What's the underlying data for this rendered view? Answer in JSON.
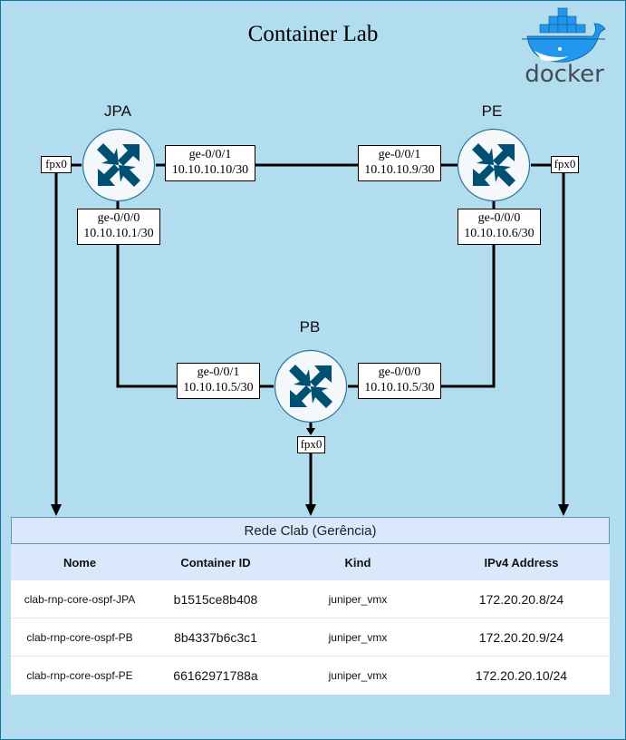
{
  "title": "Container Lab",
  "logo": {
    "name": "docker",
    "icon": "docker-whale-icon",
    "text": "docker",
    "color": "#2396ed"
  },
  "colors": {
    "background": "#b1ddef",
    "border": "#10739e",
    "router_icon": "#005073",
    "table_header": "#dae8fc"
  },
  "nodes": [
    {
      "id": "JPA",
      "label": "JPA",
      "icon": "router-icon"
    },
    {
      "id": "PE",
      "label": "PE",
      "icon": "router-icon"
    },
    {
      "id": "PB",
      "label": "PB",
      "icon": "router-icon"
    }
  ],
  "interfaces": {
    "jpa_ge001": {
      "name": "ge-0/0/1",
      "ip": "10.10.10.10/30"
    },
    "jpa_ge000": {
      "name": "ge-0/0/0",
      "ip": "10.10.10.1/30"
    },
    "jpa_fpx0": {
      "name": "fpx0"
    },
    "pe_ge001": {
      "name": "ge-0/0/1",
      "ip": "10.10.10.9/30"
    },
    "pe_ge000": {
      "name": "ge-0/0/0",
      "ip": "10.10.10.6/30"
    },
    "pe_fpx0": {
      "name": "fpx0"
    },
    "pb_ge001": {
      "name": "ge-0/0/1",
      "ip": "10.10.10.5/30"
    },
    "pb_ge000": {
      "name": "ge-0/0/0",
      "ip": "10.10.10.5/30"
    },
    "pb_fpx0": {
      "name": "fpx0"
    }
  },
  "links": [
    {
      "from": "JPA ge-0/0/1",
      "to": "PE ge-0/0/1"
    },
    {
      "from": "JPA ge-0/0/0",
      "to": "PB ge-0/0/1"
    },
    {
      "from": "PE ge-0/0/0",
      "to": "PB ge-0/0/0"
    },
    {
      "from": "JPA fpx0",
      "to": "Rede Clab (Gerência)"
    },
    {
      "from": "PB fpx0",
      "to": "Rede Clab (Gerência)"
    },
    {
      "from": "PE fpx0",
      "to": "Rede Clab (Gerência)"
    }
  ],
  "table": {
    "caption": "Rede Clab (Gerência)",
    "columns": [
      "Nome",
      "Container ID",
      "Kind",
      "IPv4 Address"
    ],
    "rows": [
      [
        "clab-rnp-core-ospf-JPA",
        "b1515ce8b408",
        "juniper_vmx",
        "172.20.20.8/24"
      ],
      [
        "clab-rnp-core-ospf-PB",
        "8b4337b6c3c1",
        "juniper_vmx",
        "172.20.20.9/24"
      ],
      [
        "clab-rnp-core-ospf-PE",
        "66162971788a",
        "juniper_vmx",
        "172.20.20.10/24"
      ]
    ]
  }
}
